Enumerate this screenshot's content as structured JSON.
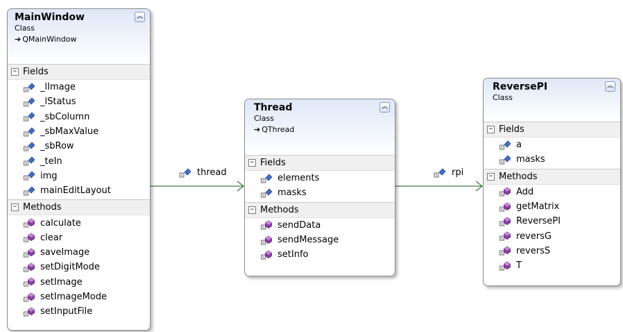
{
  "classes": {
    "mainwindow": {
      "name": "MainWindow",
      "kind": "Class",
      "base": "QMainWindow",
      "fields_label": "Fields",
      "fields": [
        "_lImage",
        "_lStatus",
        "_sbColumn",
        "_sbMaxValue",
        "_sbRow",
        "_teIn",
        "img",
        "mainEditLayout"
      ],
      "methods_label": "Methods",
      "methods": [
        "calculate",
        "clear",
        "saveImage",
        "setDigitMode",
        "setImage",
        "setImageMode",
        "setInputFile"
      ]
    },
    "thread": {
      "name": "Thread",
      "kind": "Class",
      "base": "QThread",
      "fields_label": "Fields",
      "fields": [
        "elements",
        "masks"
      ],
      "methods_label": "Methods",
      "methods": [
        "sendData",
        "sendMessage",
        "setInfo"
      ]
    },
    "reversepi": {
      "name": "ReversePI",
      "kind": "Class",
      "fields_label": "Fields",
      "fields": [
        "a",
        "masks"
      ],
      "methods_label": "Methods",
      "methods": [
        "Add",
        "getMatrix",
        "ReversePI",
        "reversG",
        "reversS",
        "T"
      ]
    }
  },
  "associations": {
    "thread": "thread",
    "rpi": "rpi"
  },
  "icons": {
    "field": "field-icon",
    "method": "method-icon",
    "collapse": "collapse-chevrons-icon",
    "section_toggle": "section-toggle-icon",
    "inheritance": "inheritance-arrow-icon"
  },
  "colors": {
    "header_gradient_top": "#dfe7f7",
    "connector": "#3c7a46",
    "field_icon": "#3f6fc4",
    "method_icon": "#8e3fa8"
  }
}
